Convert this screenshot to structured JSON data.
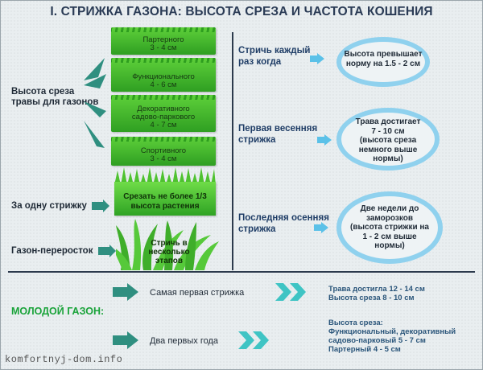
{
  "title": "I. СТРИЖКА ГАЗОНА: ВЫСОТА СРЕЗА И ЧАСТОТА КОШЕНИЯ",
  "left": {
    "height_label_line1": "Высота среза",
    "height_label_line2": "травы для газонов",
    "lawn_types": [
      {
        "name": "Партерного",
        "range": "3 - 4 см"
      },
      {
        "name": "Функционального",
        "range": "4 - 6 см"
      },
      {
        "name_line1": "Декоративного",
        "name_line2": "садово-паркового",
        "range": "4 - 7 см"
      },
      {
        "name": "Спортивного",
        "range": "3 - 4 см"
      }
    ],
    "one_cut_label": "За одну стрижку",
    "one_cut_text_line1": "Срезать не более 1/3",
    "one_cut_text_line2": "высота растения",
    "overgrown_label": "Газон-переросток",
    "overgrown_text_line1": "Стричь в",
    "overgrown_text_line2": "несколько",
    "overgrown_text_line3": "этапов"
  },
  "right": {
    "rows": [
      {
        "label_line1": "Стричь каждый",
        "label_line2": "раз когда",
        "ring_lines": [
          "Высота превышает",
          "норму на 1.5 - 2 см"
        ]
      },
      {
        "label_line1": "Первая весенняя",
        "label_line2": "стрижка",
        "ring_lines": [
          "Трава достигает",
          "7 - 10 см",
          "(высота среза",
          "немного выше",
          "нормы)"
        ]
      },
      {
        "label_line1": "Последняя осенняя",
        "label_line2": "стрижка",
        "ring_lines": [
          "Две недели до",
          "заморозков",
          "(высота стрижки на",
          "1 - 2 см  выше",
          "нормы)"
        ]
      }
    ]
  },
  "bottom": {
    "young_lawn": "МОЛОДОЙ ГАЗОН:",
    "first_cut": "Самая первая стрижка",
    "first_cut_detail_line1": "Трава достигла 12 - 14 см",
    "first_cut_detail_line2": "Высота среза 8 - 10 см",
    "two_years": "Два первых года",
    "two_years_detail_line1": "Высота среза:",
    "two_years_detail_line2": "Функциональный, декоративный",
    "two_years_detail_line3": "садово-парковый 5 - 7 см",
    "two_years_detail_line4": "Партерный 4 - 5 см"
  },
  "watermark": "komfortnyj-dom.info",
  "colors": {
    "title": "#2a3b55",
    "accent_blue": "#1f3d66",
    "grass": "#4fc230",
    "arrow": "#2f8f80",
    "ring": "#8fd1ee",
    "young": "#1aa33a"
  }
}
